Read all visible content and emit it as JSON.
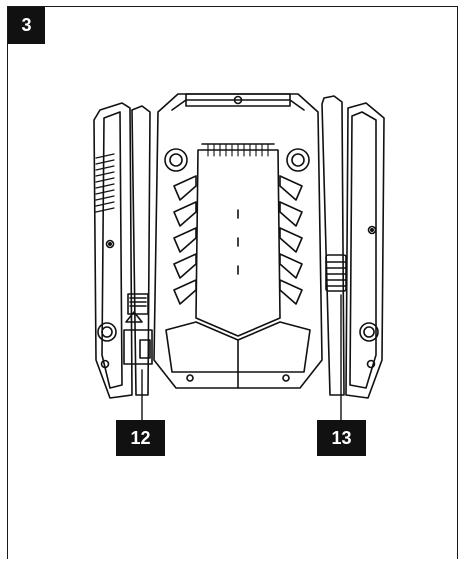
{
  "figure": {
    "number": "3"
  },
  "callouts": [
    {
      "label": "12",
      "target": "handle-clip"
    },
    {
      "label": "13",
      "target": "side-rod-grip"
    }
  ],
  "illustration": {
    "subject": "robot-cleaner-top-view",
    "style": "line-drawing",
    "colors": {
      "ink": "#111111",
      "paper": "#ffffff"
    }
  }
}
